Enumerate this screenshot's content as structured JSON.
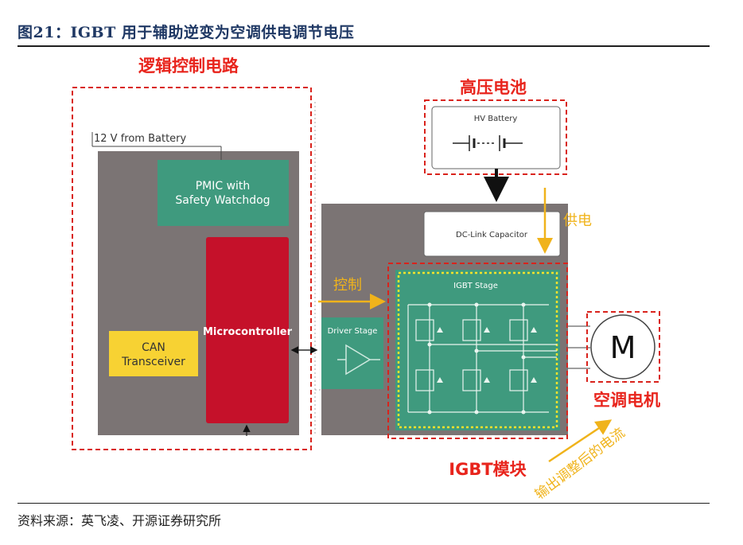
{
  "figure": {
    "title": "图21：IGBT 用于辅助逆变为空调供电调节电压",
    "source": "资料来源：英飞凌、开源证券研究所"
  },
  "labels": {
    "logic_circuit": "逻辑控制电路",
    "hv_battery_cn": "高压电池",
    "power_supply": "供电",
    "control": "控制",
    "ac_motor": "空调电机",
    "igbt_module": "IGBT模块",
    "output_current": "输出调整后的电流"
  },
  "blocks": {
    "battery_12v": "12 V from Battery",
    "pmic_line1": "PMIC with",
    "pmic_line2": "Safety Watchdog",
    "microcontroller": "Microcontroller",
    "can_line1": "CAN",
    "can_line2": "Transceiver",
    "hv_battery": "HV Battery",
    "dc_link": "DC-Link Capacitor",
    "driver_stage": "Driver Stage",
    "igbt_stage": "IGBT Stage",
    "motor": "M"
  },
  "colors": {
    "title": "#1f3864",
    "red_label": "#e8241c",
    "dashed_red": "#d9231c",
    "gray_block": "#7b7474",
    "teal": "#3f9a7e",
    "micro_red": "#c5112a",
    "can_yellow": "#f7d233",
    "orange_arrow": "#f0b31b",
    "yellow_dotted": "#f2e32b"
  }
}
